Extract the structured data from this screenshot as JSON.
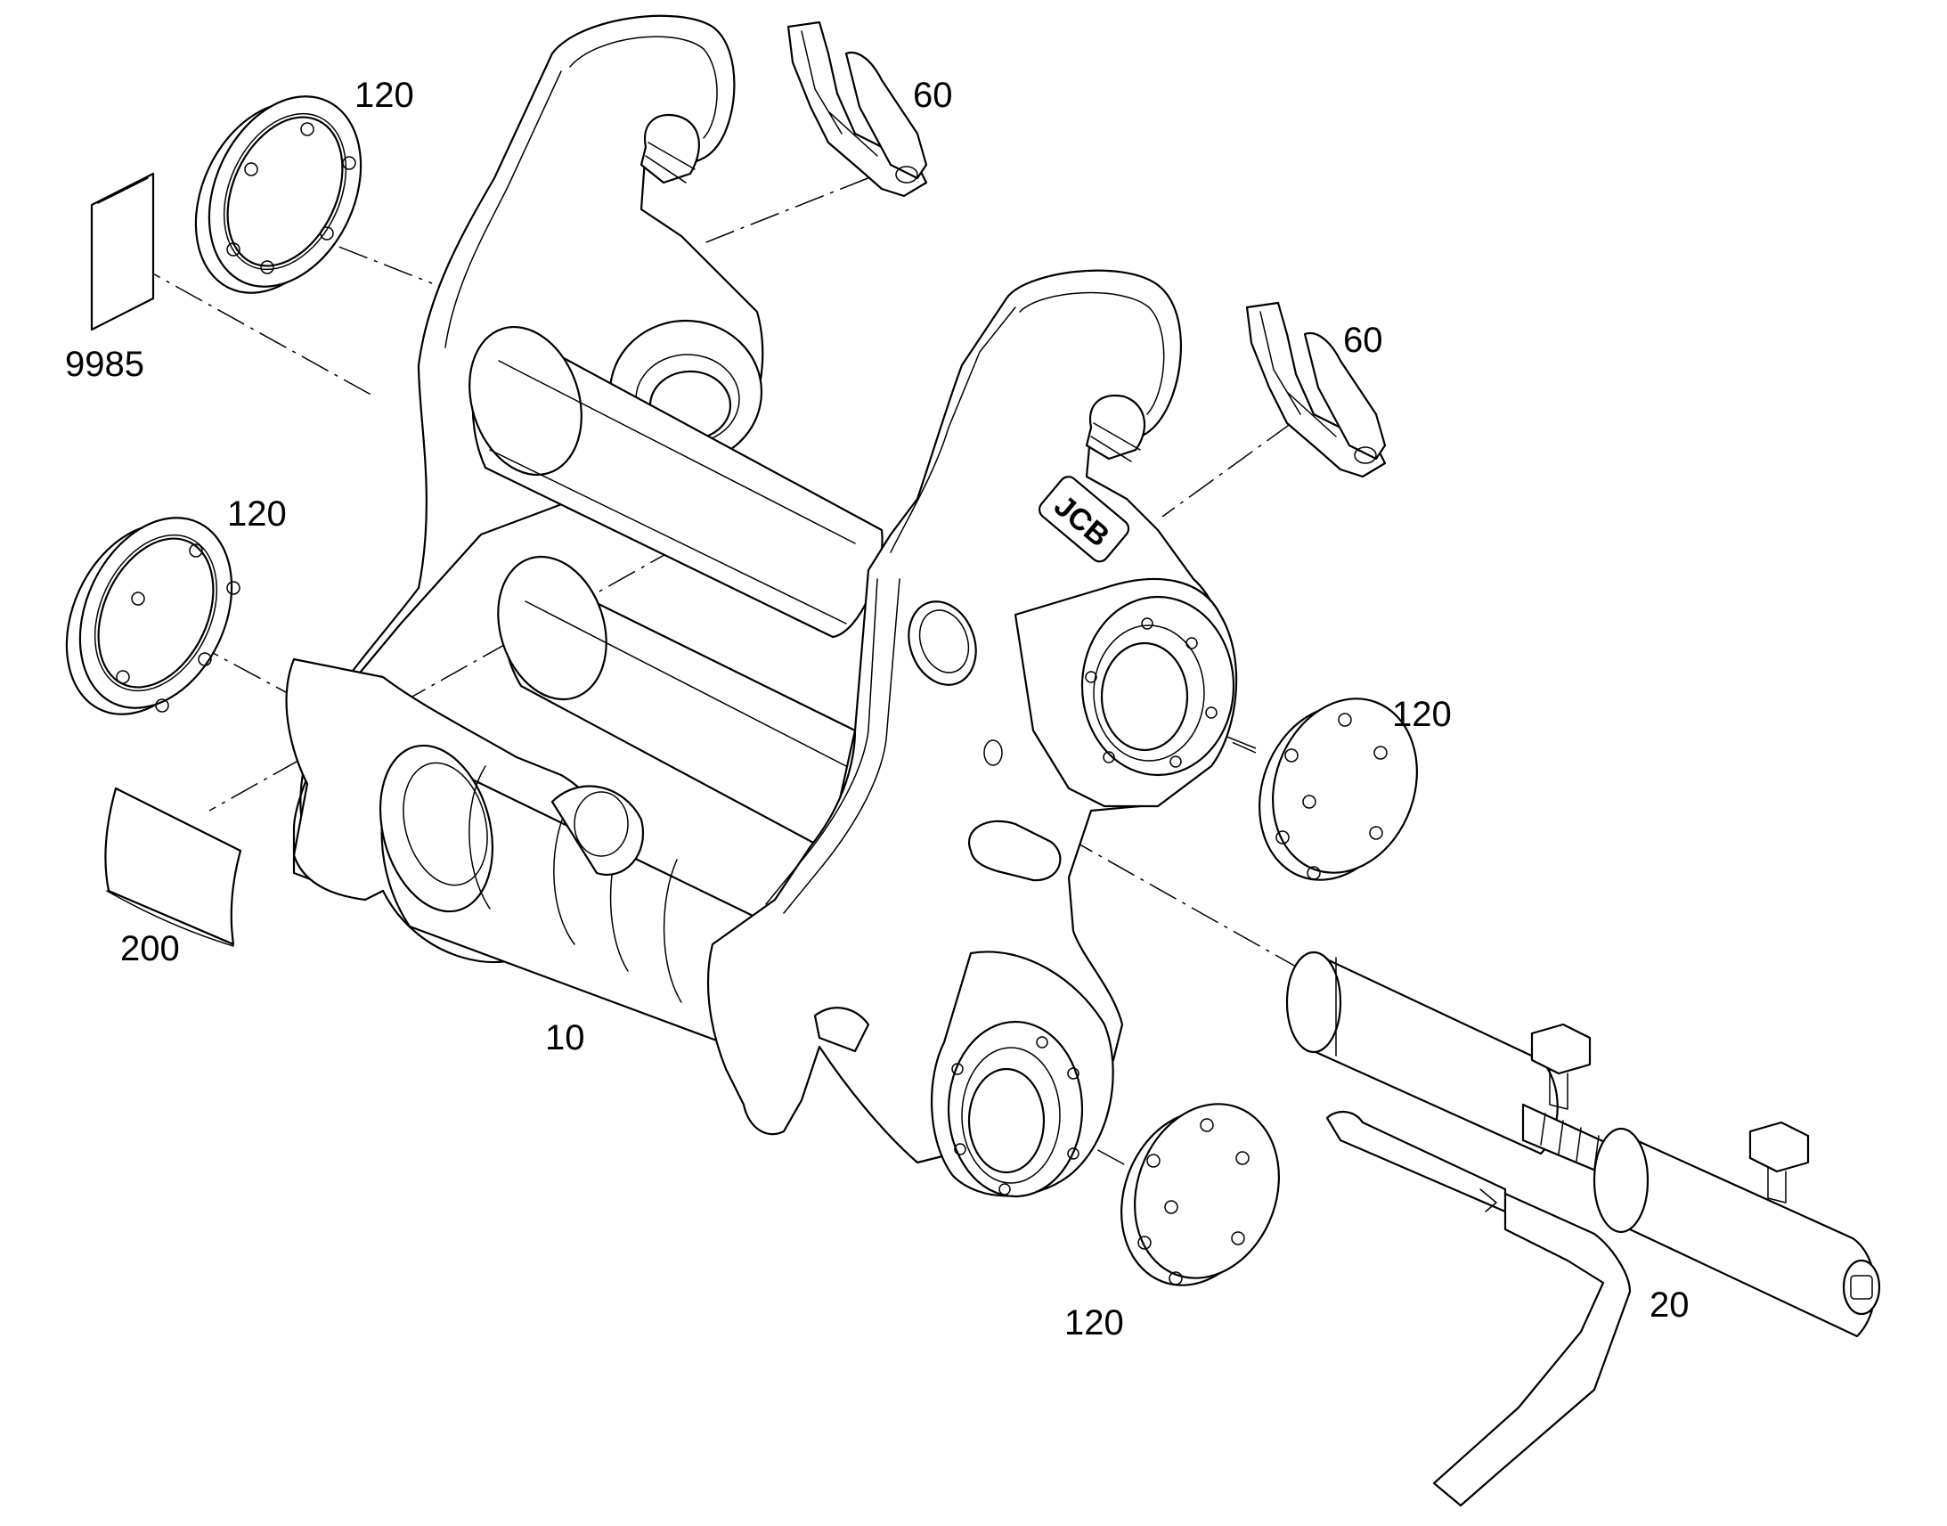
{
  "callouts": {
    "part_60_upper": "60",
    "part_60_lower": "60",
    "part_120_upper_left": "120",
    "part_120_mid_left": "120",
    "part_120_right": "120",
    "part_120_bottom": "120",
    "part_9985": "9985",
    "part_200": "200",
    "part_10": "10",
    "part_20": "20"
  },
  "logo_text": "JCB"
}
